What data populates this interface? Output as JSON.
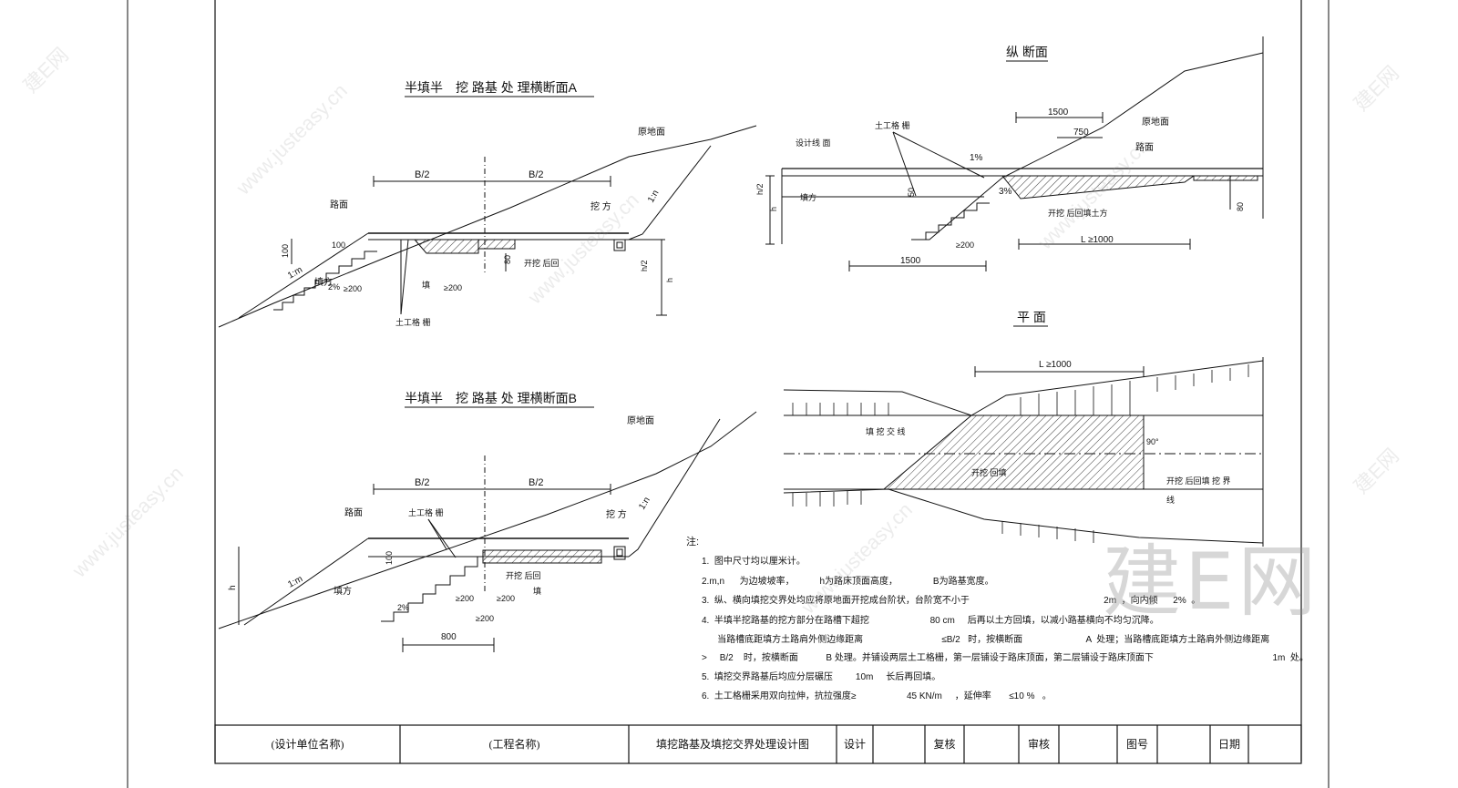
{
  "section_a": {
    "title": "半填半　挖  路基  处  理横断面A",
    "b2_left": "B/2",
    "b2_right": "B/2",
    "ground_label": "原地面",
    "road_label": "路面",
    "cut_label": "挖  方",
    "fill_label": "填方",
    "slope_left": "1:m",
    "slope_right": "1:n",
    "dim_100_v": "100",
    "dim_100_h": "100",
    "dim_200": "≥200",
    "dim_200b": "≥200",
    "slope_pct": "2%",
    "dim_80": "80",
    "dim_h2": "h/2",
    "dim_h": "h",
    "excavate_label": "开挖    后回",
    "fill_word": "填",
    "geogrid_label": "土工格    栅"
  },
  "section_b": {
    "title": "半填半　挖  路基  处  理横断面B",
    "b2_left": "B/2",
    "b2_right": "B/2",
    "ground_label": "原地面",
    "road_label": "路面",
    "cut_label": "挖  方",
    "fill_label": "填方",
    "slope_left": "1:m",
    "slope_right": "1:n",
    "geogrid_label": "土工格    栅",
    "dim_100": "100",
    "dim_h": "h",
    "excavate_label": "开挖    后回",
    "fill_word": "填",
    "dim_200a": "≥200",
    "dim_200b": "≥200",
    "dim_200c": "≥200",
    "slope_pct": "2%",
    "dim_800": "800"
  },
  "longitudinal": {
    "title": "纵 断面",
    "geogrid_label": "土工格    栅",
    "design_grade": "设计线    面",
    "ground_label": "原地面",
    "road_label": "路面",
    "dim_1500_top": "1500",
    "dim_750": "750",
    "pct_top": "1%",
    "pct_mid": "3%",
    "dim_50": "50",
    "fill_label": "填方",
    "dim_h2": "h/2",
    "dim_h": "h",
    "dim_80": "80",
    "dim_200": "≥200",
    "dim_l": "L ≥1000",
    "dim_1500_bot": "1500",
    "excavate_label": "开挖      后回填土方"
  },
  "plan": {
    "title": "平 面",
    "dim_l": "L ≥1000",
    "boundary_label": "填  挖  交  线",
    "angle": "90°",
    "backfill_label": "开挖    回填",
    "interface_label": "开挖    后回填  挖  界",
    "interface_label2": "线"
  },
  "notes": {
    "heading": "注:",
    "lines": [
      "1.  图中尺寸均以厘米计。",
      "2.m,n      为边坡坡率，          h为路床顶面高度，              B为路基宽度。",
      "3.  纵、横向填挖交界处均应将原地面开挖成台阶状，台阶宽不小于                                                     2m  ，向内倾      2%  。",
      "4.  半填半挖路基的挖方部分在路槽下超挖                        80 cm     后再以土方回填，以减小路基横向不均匀沉降。",
      "    当路槽底距填方土路肩外侧边缘距离                               ≤B/2   时，按横断面                         A  处理；当路槽底距填方土路肩外侧边缘距离",
      ">     B/2    时，按横断面           B 处理。并铺设两层土工格栅，第一层铺设于路床顶面，第二层铺设于路床顶面下                                               1m  处。",
      "5.  填挖交界路基后均应分层碾压         10m     长后再回填。",
      "6.  土工格栅采用双向拉伸，抗拉强度≥                    45 KN/m     ，延伸率       ≤10 %   。"
    ]
  },
  "title_block": {
    "unit": "(设计单位名称)",
    "project": "(工程名称)",
    "drawing": "填挖路基及填挖交界处理设计图",
    "design": "设计",
    "check": "复核",
    "review": "审核",
    "drawing_no": "图号",
    "date": "日期"
  },
  "watermark": {
    "text": "www.justeasy.cn",
    "brand": "建E网",
    "big": "建E网"
  }
}
